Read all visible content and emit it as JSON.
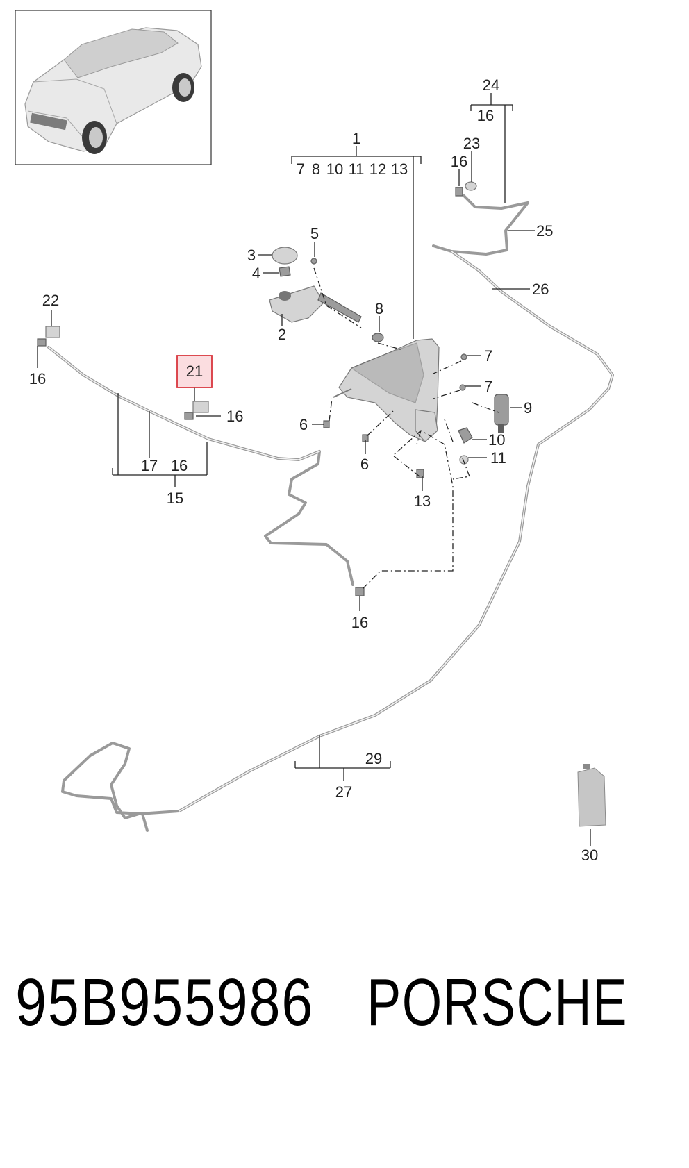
{
  "callouts": {
    "c1": "1",
    "c1_sub": [
      "7",
      "8",
      "10",
      "11",
      "12",
      "13"
    ],
    "c2": "2",
    "c3": "3",
    "c4": "4",
    "c5": "5",
    "c6a": "6",
    "c6b": "6",
    "c7a": "7",
    "c7b": "7",
    "c8": "8",
    "c9": "9",
    "c10": "10",
    "c11": "11",
    "c13": "13",
    "c15": "15",
    "c15_sub": [
      "17",
      "16"
    ],
    "c16_left": "16",
    "c16_21": "16",
    "c16_bottom": "16",
    "c16_23": "16",
    "c21": "21",
    "c22": "22",
    "c23": "23",
    "c24": "24",
    "c24_sub": "16",
    "c25": "25",
    "c26": "26",
    "c27": "27",
    "c27_sub": "29",
    "c30": "30"
  },
  "highlight_color": "#d9363e",
  "highlight_fill": "#fbdde0",
  "footer": {
    "part_number": "95B955986",
    "brand": "PORSCHE"
  }
}
